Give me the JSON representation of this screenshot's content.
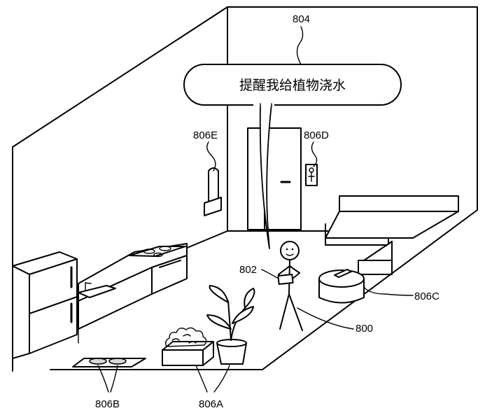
{
  "speech": {
    "text": "提醒我给植物浇水"
  },
  "labels": {
    "assistant_request": "804",
    "device_e": "806E",
    "device_d": "806D",
    "device_c": "806C",
    "device_b": "806B",
    "device_a": "806A",
    "handheld_device": "802",
    "user": "800"
  }
}
